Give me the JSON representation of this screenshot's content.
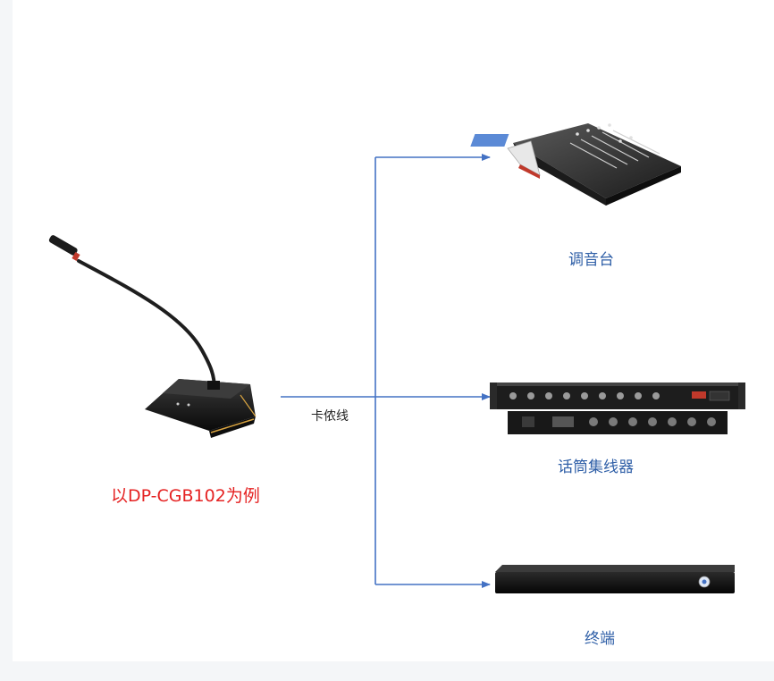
{
  "colors": {
    "background": "#f4f6f8",
    "canvas": "#ffffff",
    "arrow": "#4472c4",
    "device_label": "#2f5fa7",
    "example_label": "#e52222",
    "cable_label": "#222222"
  },
  "source": {
    "device": "gooseneck-conference-microphone",
    "caption": "以DP-CGB102为例"
  },
  "connection": {
    "cable_label": "卡侬线"
  },
  "targets": [
    {
      "icon": "mixing-console-icon",
      "label": "调音台"
    },
    {
      "icon": "microphone-hub-rack-icon",
      "label": "话筒集线器"
    },
    {
      "icon": "terminal-unit-icon",
      "label": "终端"
    }
  ]
}
